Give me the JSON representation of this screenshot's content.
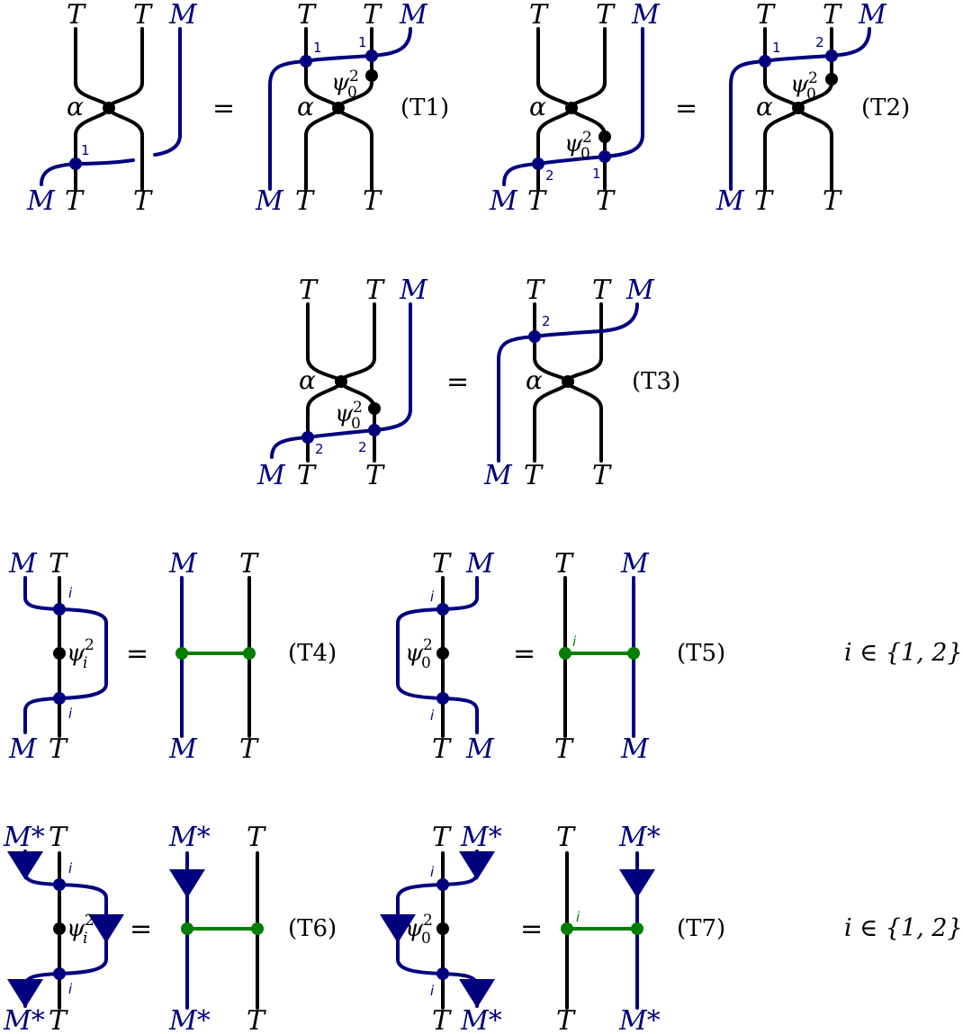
{
  "colors": {
    "black": "#000000",
    "navy": "#00007f",
    "green": "#047e04"
  },
  "labels": {
    "T": "T",
    "M": "M",
    "Mstar": "M*",
    "alpha": "α",
    "psi": "ψ",
    "psi_sup": "2",
    "idx1": "1",
    "idx2": "2",
    "idx_i": "i",
    "sub0": "0",
    "subi": "i",
    "eq": "="
  },
  "tags": {
    "t1": "(T1)",
    "t2": "(T2)",
    "t3": "(T3)",
    "t4": "(T4)",
    "t5": "(T5)",
    "t6": "(T6)",
    "t7": "(T7)"
  },
  "conditions": {
    "c1": "i ∈ {1, 2}",
    "c2": "i ∈ {1, 2}"
  }
}
